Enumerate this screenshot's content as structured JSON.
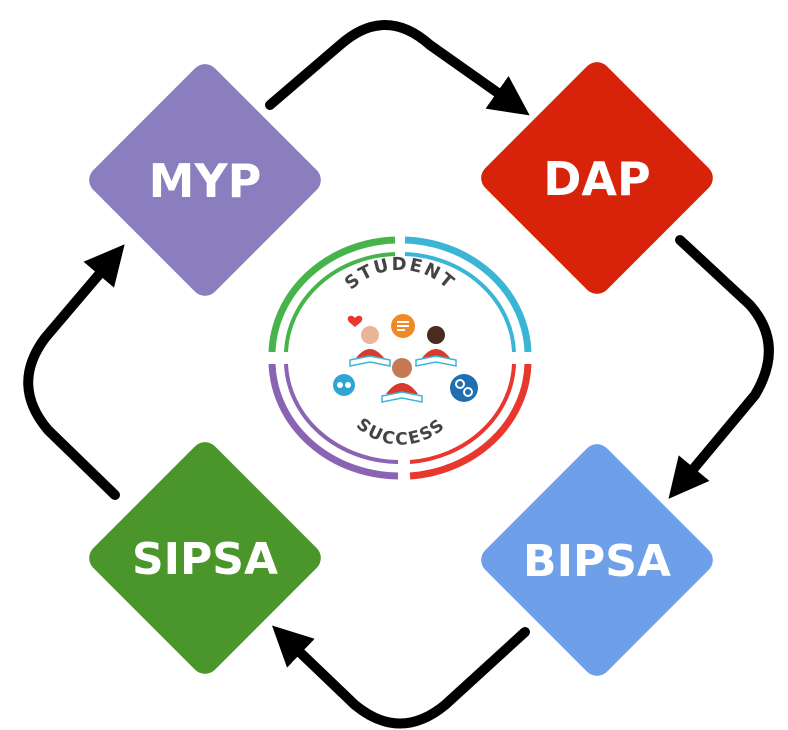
{
  "nodes": {
    "myp": {
      "label": "MYP",
      "color": "#8a7ebe"
    },
    "dap": {
      "label": "DAP",
      "color": "#d8230b"
    },
    "bipsa": {
      "label": "BIPSA",
      "color": "#6e9fe9"
    },
    "sipsa": {
      "label": "SIPSA",
      "color": "#4b962b"
    }
  },
  "logo": {
    "top_text": "STUDENT",
    "bottom_text": "SUCCESS",
    "ring_colors": {
      "green": "#47b34b",
      "cyan": "#3ab5d6",
      "red": "#e8372c",
      "purple": "#8a63b3"
    },
    "icons": [
      "heart-icon",
      "chat-bubble-icon",
      "people-icon",
      "gear-icon",
      "book-icon"
    ]
  },
  "arrow_color": "#000000"
}
